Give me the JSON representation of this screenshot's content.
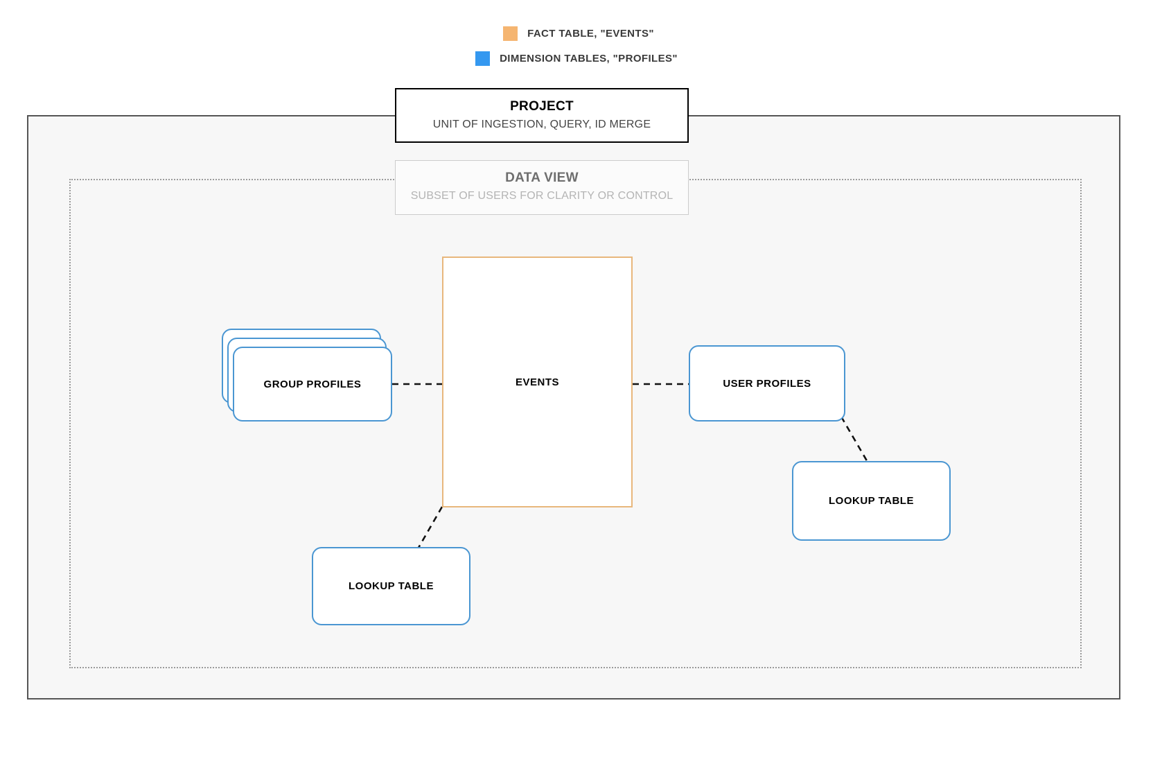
{
  "legend": {
    "items": [
      {
        "label": "FACT TABLE, \"EVENTS\"",
        "color": "#f5b571",
        "swatch_name": "fact-table-swatch"
      },
      {
        "label": "DIMENSION TABLES, \"PROFILES\"",
        "color": "#3498f0",
        "swatch_name": "dimension-tables-swatch"
      }
    ]
  },
  "project": {
    "title": "PROJECT",
    "subtitle": "UNIT OF INGESTION, QUERY, ID MERGE",
    "border_color": "#000000"
  },
  "data_view": {
    "title": "DATA VIEW",
    "subtitle": "SUBSET OF USERS FOR CLARITY OR CONTROL",
    "border_color": "#cccccc",
    "text_color": "#b4b4b4"
  },
  "nodes": {
    "events": {
      "label": "EVENTS",
      "kind": "fact-table",
      "color": "#e8b77c"
    },
    "group_profiles": {
      "label": "GROUP PROFILES",
      "kind": "dimension-table",
      "color": "#4a96d2",
      "stack_count": 3
    },
    "user_profiles": {
      "label": "USER PROFILES",
      "kind": "dimension-table",
      "color": "#4a96d2"
    },
    "lookup_right": {
      "label": "LOOKUP TABLE",
      "kind": "dimension-table",
      "color": "#4a96d2"
    },
    "lookup_left": {
      "label": "LOOKUP TABLE",
      "kind": "dimension-table",
      "color": "#4a96d2"
    }
  },
  "connectors": {
    "style": "dashed",
    "color": "#111111",
    "links": [
      {
        "from": "group-profiles",
        "to": "events"
      },
      {
        "from": "events",
        "to": "user-profiles"
      },
      {
        "from": "user-profiles",
        "to": "lookup-right"
      },
      {
        "from": "events",
        "to": "lookup-left"
      }
    ]
  },
  "canvas": {
    "background": "#ffffff",
    "frame_background": "#f7f7f7"
  }
}
